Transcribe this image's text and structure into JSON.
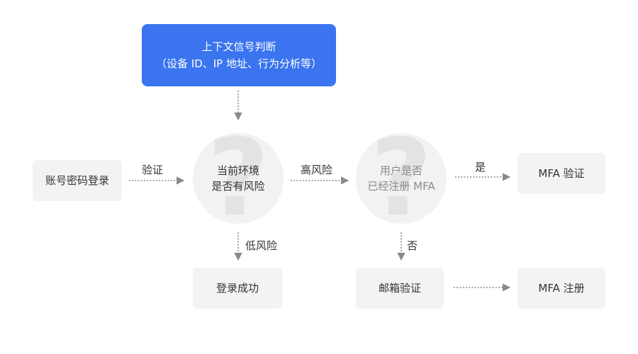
{
  "context": {
    "line1": "上下文信号判断",
    "line2": "（设备 ID、IP 地址、行为分析等）"
  },
  "nodes": {
    "login": "账号密码登录",
    "risk_check_line1": "当前环境",
    "risk_check_line2": "是否有风险",
    "mfa_registered_line1": "用户是否",
    "mfa_registered_line2": "已经注册 MFA",
    "mfa_verify": "MFA 验证",
    "login_success": "登录成功",
    "email_verify": "邮箱验证",
    "mfa_register": "MFA 注册"
  },
  "edge_labels": {
    "verify": "验证",
    "high_risk": "高风险",
    "yes": "是",
    "low_risk": "低风险",
    "no": "否"
  },
  "colors": {
    "context_fill": "#3a74ef",
    "node_fill": "#f3f3f3",
    "decision_fill": "#f2f2f2",
    "connector": "#8a8a8a"
  },
  "icons": {
    "decision": "question-mark-icon"
  }
}
